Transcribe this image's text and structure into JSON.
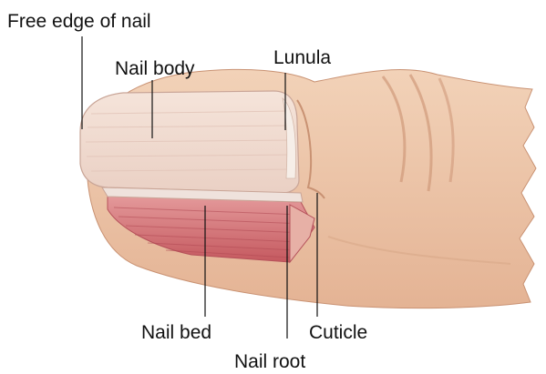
{
  "labels": {
    "free_edge": "Free edge of nail",
    "nail_body": "Nail body",
    "lunula": "Lunula",
    "nail_bed": "Nail bed",
    "cuticle": "Cuticle",
    "nail_root": "Nail root"
  },
  "colors": {
    "skin": "#ecc7ab",
    "skin_shadow": "#d8a989",
    "nail_plate": "#f1dcd2",
    "nail_bed": "#d9797e",
    "lunula": "#f4ebe4",
    "text": "#111111"
  }
}
